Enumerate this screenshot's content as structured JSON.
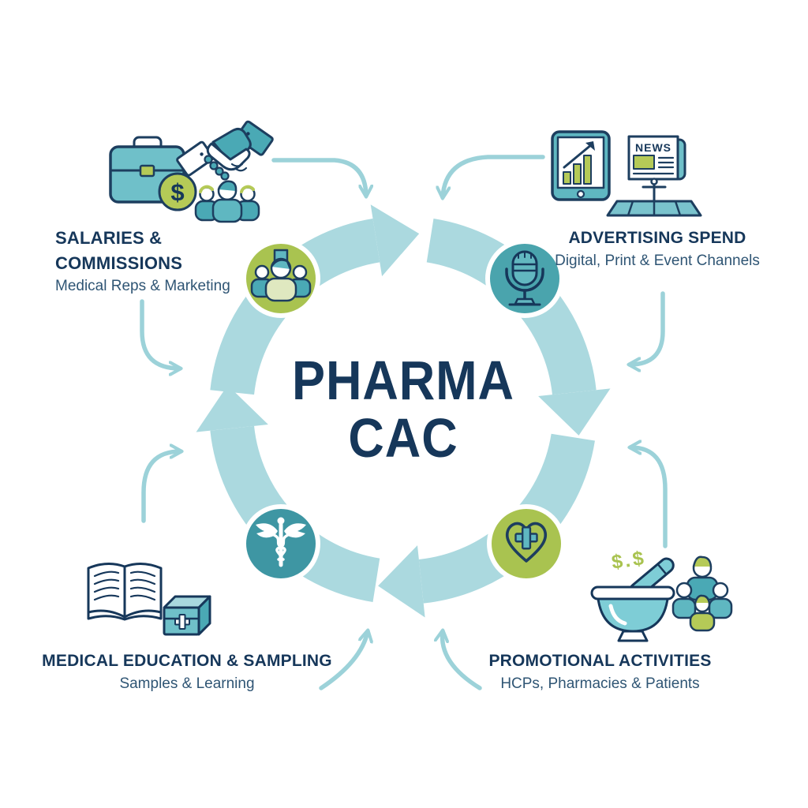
{
  "diagram": {
    "center_title_line1": "PHARMA",
    "center_title_line2": "CAC",
    "quadrants": {
      "top_left": {
        "heading_line1": "SALARIES &",
        "heading_line2": "COMMISSIONS",
        "subheading": "Medical Reps & Marketing"
      },
      "top_right": {
        "heading": "ADVERTISING SPEND",
        "subheading": "Digital, Print & Event Channels"
      },
      "bottom_right": {
        "heading": "PROMOTIONAL ACTIVITIES",
        "subheading": "HCPs, Pharmacies & Patients"
      },
      "bottom_left": {
        "heading": "MEDICAL EDUCATION & SAMPLING",
        "subheading": "Samples & Learning"
      }
    },
    "icon_texts": {
      "news": "NEWS",
      "coin_dollar": "$",
      "money": "$.$"
    },
    "icons": {
      "top_left": [
        "briefcase-icon",
        "handshake-icon",
        "dollar-coin-icon",
        "sales-team-icon"
      ],
      "top_right": [
        "tablet-chart-icon",
        "newspaper-icon",
        "event-booth-icon"
      ],
      "bottom_left": [
        "open-book-icon",
        "first-aid-box-icon"
      ],
      "bottom_right": [
        "mortar-pestle-icon",
        "dollar-steam-icon",
        "patients-group-icon"
      ],
      "cycle_nodes": [
        "medical-reps-icon",
        "microphone-icon",
        "caduceus-icon",
        "heart-cross-icon"
      ]
    },
    "colors": {
      "ring": "#abd9df",
      "connector_arrow": "#9cd2d9",
      "node_green": "#a9c350",
      "node_teal": "#4aa4ad",
      "node_teal_dark": "#3e96a3",
      "outline_navy": "#1d3e5f",
      "heading_text": "#16375a",
      "subheading_text": "#2f5574",
      "icon_teal": "#5fb7c1",
      "icon_teal_light": "#7ac3cd",
      "accent_green": "#b5ca57"
    }
  }
}
